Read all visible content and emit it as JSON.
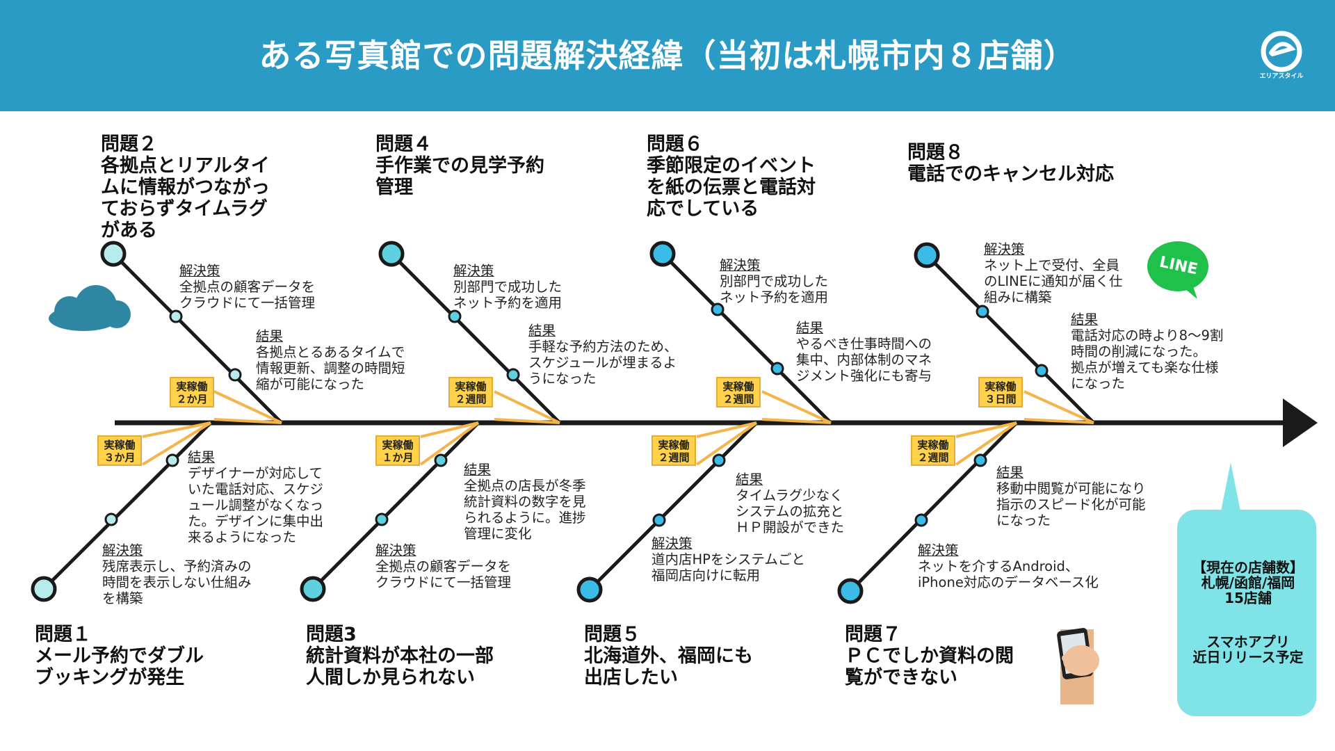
{
  "header": {
    "title": "ある写真館での問題解決経緯（当初は札幌市内８店舗）",
    "logo_text": "エリアスタイル"
  },
  "colors": {
    "header": "#2a9bc4",
    "spine": "#1a1a1a",
    "connector": "#f5b44a",
    "badge": "#ffd24a",
    "node": "#5ed0e0",
    "info_box": "#7fe3e8",
    "line_green": "#1fc14a"
  },
  "problems": [
    {
      "id": 1,
      "title": "問題１\nメール予約でダブル\nブッキングが発生"
    },
    {
      "id": 2,
      "title": "問題２\n各拠点とリアルタイ\nムに情報がつながっ\nておらずタイムラグ\nがある"
    },
    {
      "id": 3,
      "title": "問題3\n統計資料が本社の一部\n人間しか見られない"
    },
    {
      "id": 4,
      "title": "問題４\n手作業での見学予約\n管理"
    },
    {
      "id": 5,
      "title": "問題５\n北海道外、福岡にも\n出店したい"
    },
    {
      "id": 6,
      "title": "問題６\n季節限定のイベント\nを紙の伝票と電話対\n応でしている"
    },
    {
      "id": 7,
      "title": "問題７\nＰＣでしか資料の閲\n覧ができない"
    },
    {
      "id": 8,
      "title": "問題８\n電話でのキャンセル対応"
    }
  ],
  "notes": {
    "p1_solution": {
      "head": "解決策",
      "body": "残席表示し、予約済みの\n時間を表示しない仕組み\nを構築"
    },
    "p1_result": {
      "head": "結果",
      "body": "デザイナーが対応して\nいた電話対応、スケジ\nュール調整がなくなっ\nた。デザインに集中出\n来るようになった"
    },
    "p2_solution": {
      "head": "解決策",
      "body": "全拠点の顧客データを\nクラウドにて一括管理"
    },
    "p2_result": {
      "head": "結果",
      "body": "各拠点とるあるタイムで\n情報更新、調整の時間短\n縮が可能になった"
    },
    "p3_solution": {
      "head": "解決策",
      "body": "全拠点の顧客データを\nクラウドにて一括管理"
    },
    "p3_result": {
      "head": "結果",
      "body": "全拠点の店長が冬季\n統計資料の数字を見\nられるように。進捗\n管理に変化"
    },
    "p4_solution": {
      "head": "解決策",
      "body": "別部門で成功した\nネット予約を適用"
    },
    "p4_result": {
      "head": "結果",
      "body": "手軽な予約方法のため、\nスケジュールが埋まるよ\nうになった"
    },
    "p5_solution": {
      "head": "解決策",
      "body": "道内店HPをシステムごと\n福岡店向けに転用"
    },
    "p5_result": {
      "head": "結果",
      "body": "タイムラグ少なく\nシステムの拡充と\nＨＰ開設ができた"
    },
    "p6_solution": {
      "head": "解決策",
      "body": "別部門で成功した\nネット予約を適用"
    },
    "p6_result": {
      "head": "結果",
      "body": "やるべき仕事時間への\n集中、内部体制のマネ\nジメント強化にも寄与"
    },
    "p7_solution": {
      "head": "解決策",
      "body": "ネットを介するAndroid、\niPhone対応のデータベース化"
    },
    "p7_result": {
      "head": "結果",
      "body": "移動中閲覧が可能になり\n指示のスピード化が可能\nになった"
    },
    "p8_solution": {
      "head": "解決策",
      "body": "ネット上で受付、全員\nのLINEに通知が届く仕\n組みに構築"
    },
    "p8_result": {
      "head": "結果",
      "body": "電話対応の時より8〜9割\n時間の削減になった。\n拠点が増えても楽な仕様\nになった"
    }
  },
  "badges": {
    "b1": "実稼働\n３か月",
    "b2": "実稼働\n２か月",
    "b3": "実稼働\n１か月",
    "b4": "実稼働\n２週間",
    "b5": "実稼働\n２週間",
    "b6": "実稼働\n２週間",
    "b7": "実稼働\n２週間",
    "b8": "実稼働\n３日間"
  },
  "info_box": {
    "store_count": "【現在の店舗数】\n札幌/函館/福岡\n15店舗",
    "app": "スマホアプリ\n近日リリース予定"
  },
  "line_badge": "LINE"
}
